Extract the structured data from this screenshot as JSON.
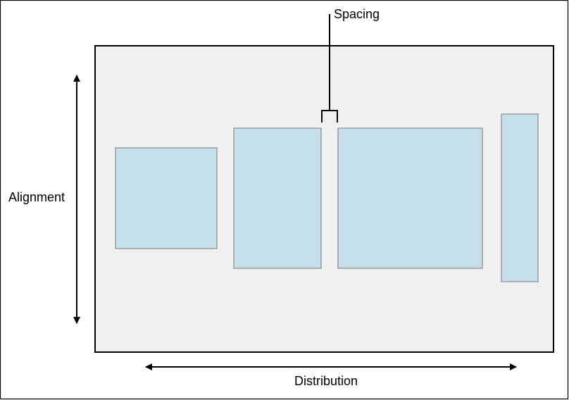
{
  "labels": {
    "spacing": "Spacing",
    "alignment": "Alignment",
    "distribution": "Distribution"
  },
  "colors": {
    "frame": "#000000",
    "container_fill": "#f0f0f0",
    "container_stroke": "#000000",
    "view_fill": "#c5e0eb",
    "view_stroke": "#8a8a8a",
    "arrow": "#000000"
  }
}
